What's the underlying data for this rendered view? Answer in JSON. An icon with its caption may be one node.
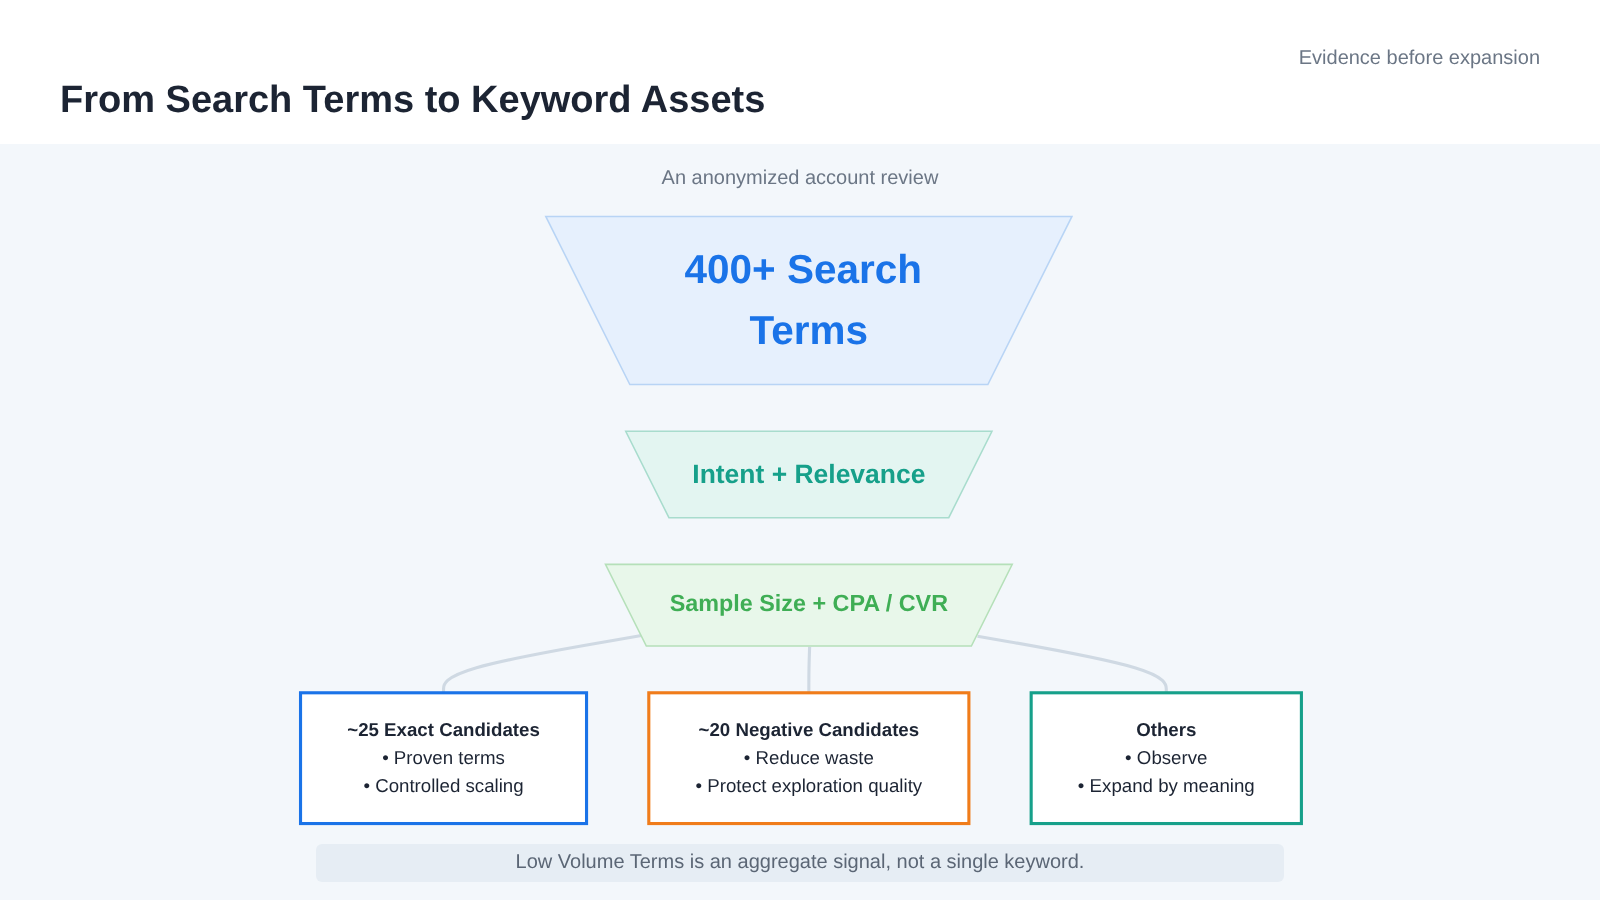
{
  "diagram": {
    "title": "From Search Terms to Keyword Assets",
    "nodes": [
      {
        "text": [
          "400+ Search Terms"
        ]
      },
      {
        "text": [
          "Intent + Relevance"
        ]
      },
      {
        "text": [
          "Sample Size + CPA / CVR"
        ]
      },
      {
        "text": [
          "~25 Exact Candidates",
          "• Proven terms",
          "• Controlled scaling"
        ]
      },
      {
        "text": [
          "~20 Negative Candidates",
          "• Reduce waste",
          "• Protect exploration quality"
        ]
      },
      {
        "text": [
          "Others",
          "• Observe",
          "• Expand by meaning"
        ]
      }
    ],
    "edges": [
      {
        "from": 2,
        "to": 3,
        "arrow": "none"
      },
      {
        "from": 2,
        "to": 4,
        "arrow": "none"
      },
      {
        "from": 2,
        "to": 5,
        "arrow": "none"
      }
    ],
    "labels": [
      "Evidence before expansion",
      "An anonymized account review",
      "Low Volume Terms is an aggregate signal, not a single keyword."
    ]
  }
}
